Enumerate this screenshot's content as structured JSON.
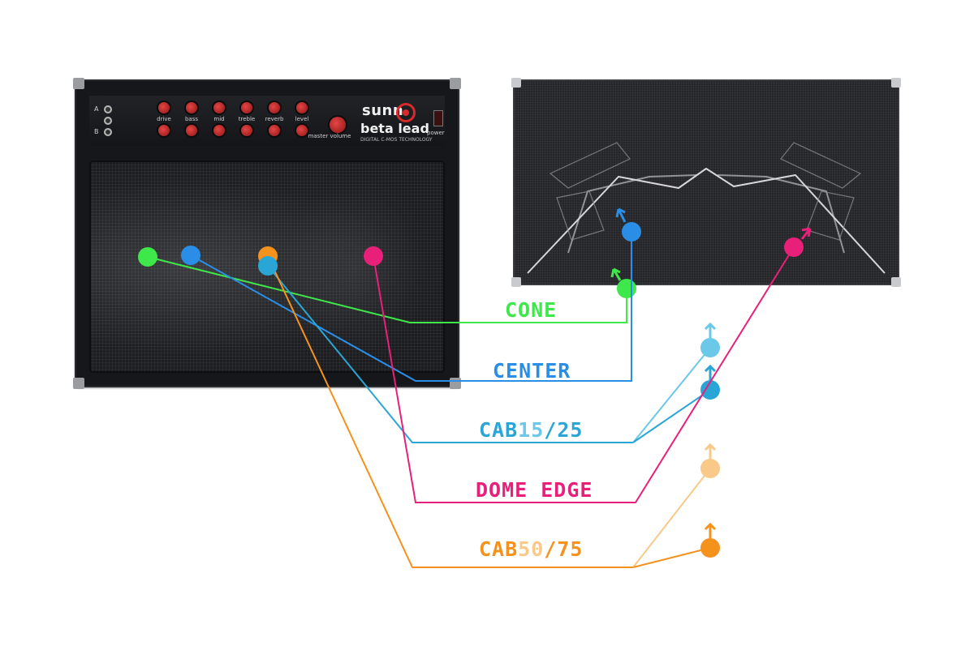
{
  "amp": {
    "jack_a": "A",
    "jack_b": "B",
    "knobs": [
      "drive",
      "bass",
      "mid",
      "treble",
      "reverb",
      "level"
    ],
    "master_label": "master volume",
    "brand": "sunn",
    "model": "beta lead",
    "model_sub": "DIGITAL C-MOS TECHNOLOGY",
    "power_label": "power"
  },
  "colors": {
    "cone": "#3ee84a",
    "center": "#2a8ee6",
    "cab1525": "#2aa6d6",
    "cab1525_light": "#6cc8e8",
    "dome_edge": "#e8207a",
    "cab5075": "#f5921e",
    "cab5075_light": "#f9c98a"
  },
  "labels": {
    "cone": "CONE",
    "center": "CENTER",
    "cab1525": {
      "pre": "CAB",
      "a": "15",
      "post": "/25"
    },
    "dome_edge": "DOME EDGE",
    "cab5075": {
      "pre": "CAB",
      "a": "50",
      "post": "/75"
    }
  }
}
